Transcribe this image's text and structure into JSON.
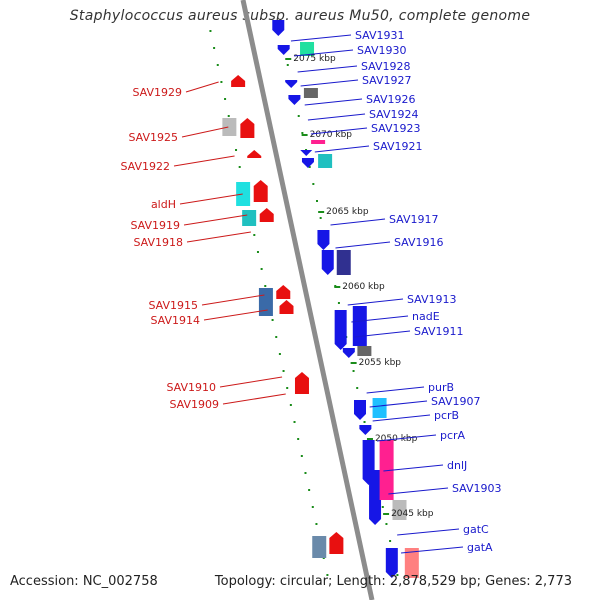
{
  "title": "Staphylococcus aureus subsp. aureus Mu50, complete genome",
  "footer": {
    "accession": "Accession: NC_002758",
    "stats": "Topology: circular; Length: 2,878,529 bp; Genes: 2,773"
  },
  "colors": {
    "backbone": "#8c8c8c",
    "forward_gene": "#0a1ee6",
    "reverse_gene": "#e81010",
    "tick": "#1a8c1a",
    "label_forward": "#1a1acc",
    "label_reverse": "#cc1a1a"
  },
  "scale_labels": [
    "2075 kbp",
    "2070 kbp",
    "2065 kbp",
    "2060 kbp",
    "2055 kbp",
    "2050 kbp",
    "2045 kbp"
  ],
  "forward_labels": [
    "SAV1931",
    "SAV1930",
    "SAV1928",
    "SAV1927",
    "SAV1926",
    "SAV1924",
    "SAV1923",
    "SAV1921",
    "SAV1917",
    "SAV1916",
    "SAV1913",
    "nadE",
    "SAV1911",
    "purB",
    "SAV1907",
    "pcrB",
    "pcrA",
    "dnlJ",
    "SAV1903",
    "gatC",
    "gatA"
  ],
  "reverse_labels": [
    "SAV1929",
    "SAV1925",
    "SAV1922",
    "aldH",
    "SAV1919",
    "SAV1918",
    "SAV1915",
    "SAV1914",
    "SAV1910",
    "SAV1909"
  ]
}
